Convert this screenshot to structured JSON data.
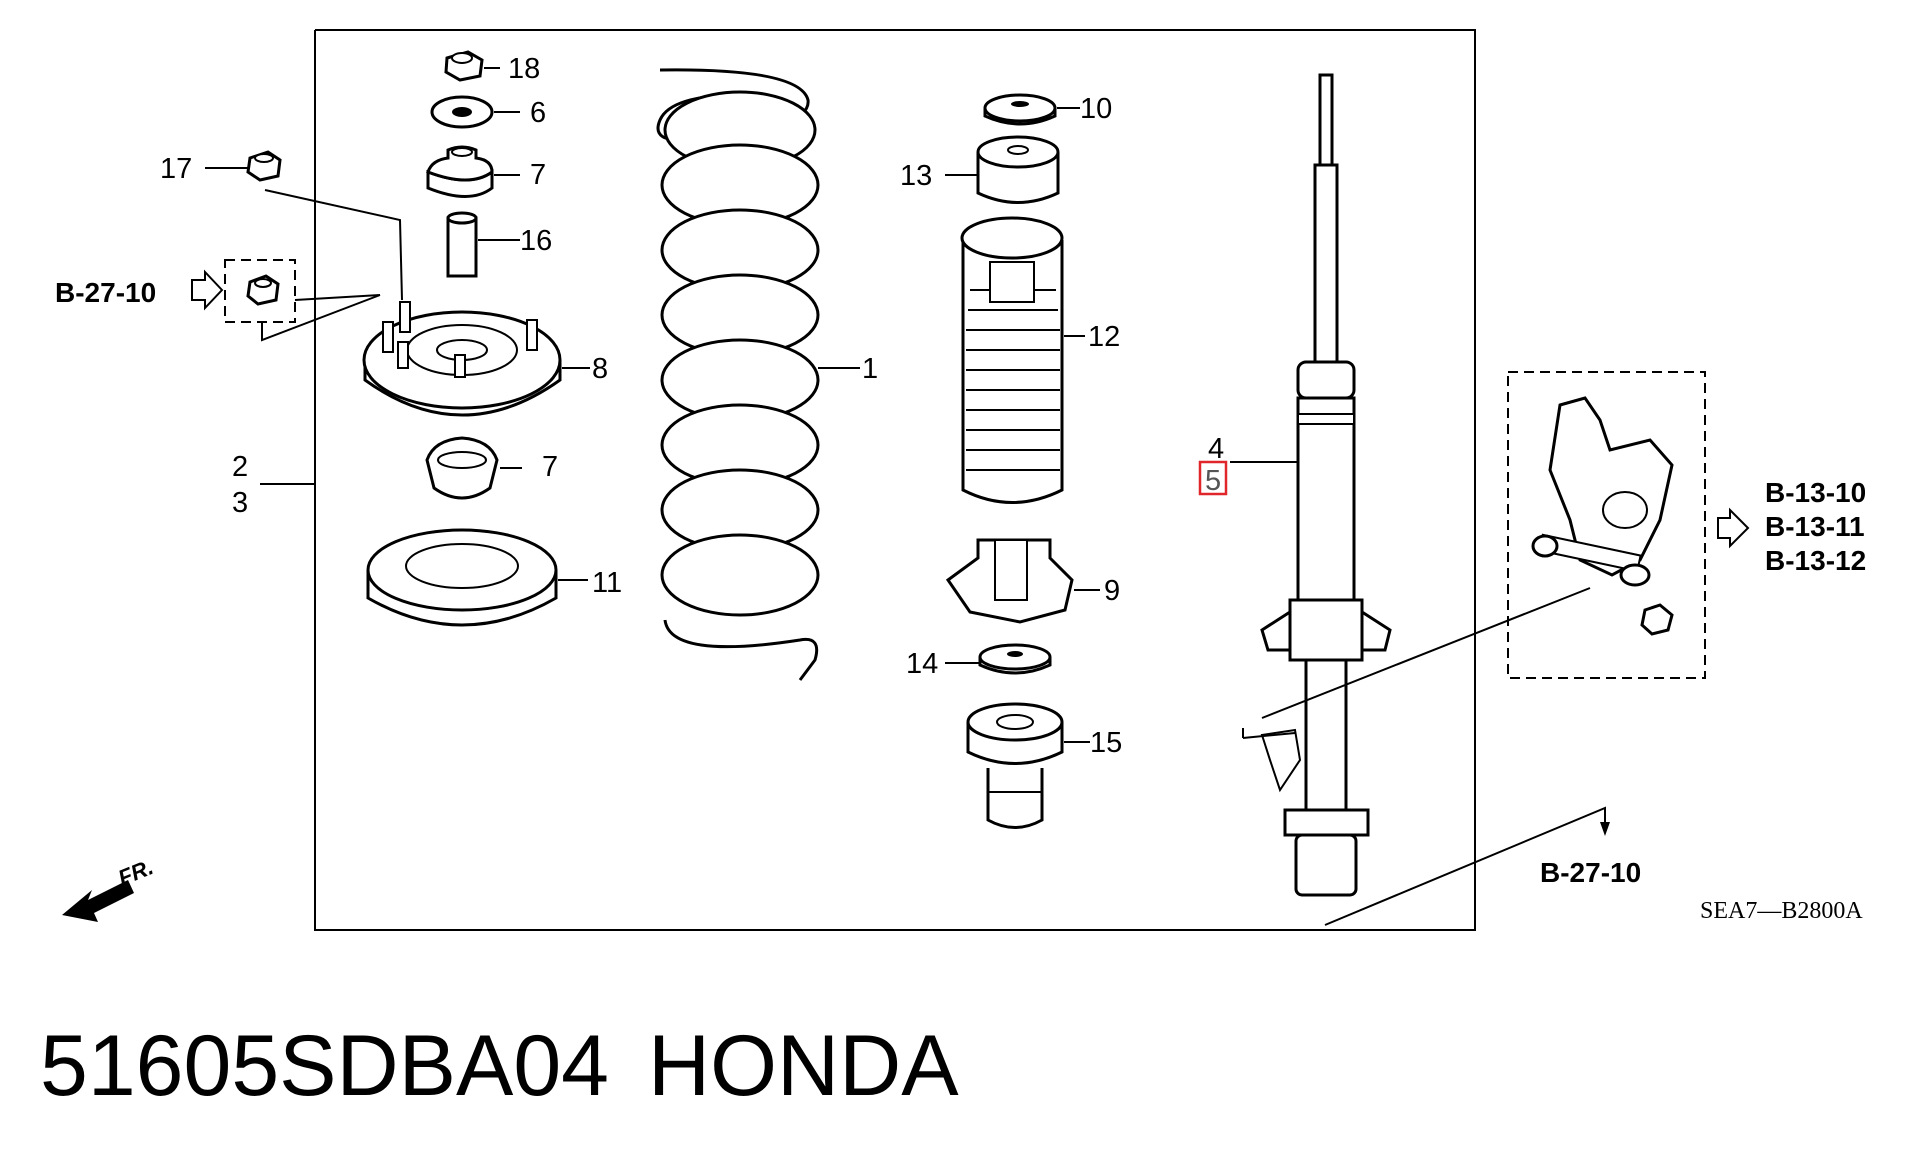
{
  "diagram": {
    "callouts": {
      "c1": "1",
      "c2": "2",
      "c3": "3",
      "c4": "4",
      "c5": "5",
      "c6": "6",
      "c7a": "7",
      "c7b": "7",
      "c8": "8",
      "c9": "9",
      "c10": "10",
      "c11": "11",
      "c12": "12",
      "c13": "13",
      "c14": "14",
      "c15": "15",
      "c16": "16",
      "c17": "17",
      "c18": "18"
    },
    "highlighted_callout": "5",
    "highlight_color": "#e0262b",
    "references": {
      "left": "B-27-10",
      "bottom_right": "B-27-10",
      "right_1": "B-13-10",
      "right_2": "B-13-11",
      "right_3": "B-13-12"
    },
    "front_marker": "FR.",
    "drawing_code": "SEA7—B2800A"
  },
  "footer": {
    "part_number": "51605SDBA04",
    "brand": "HONDA"
  }
}
